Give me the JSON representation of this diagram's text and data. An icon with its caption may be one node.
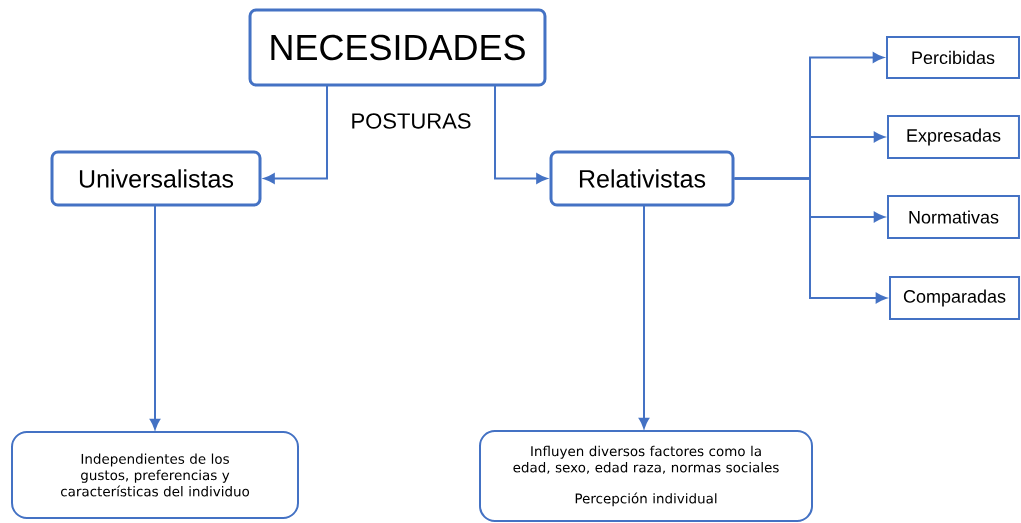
{
  "diagram": {
    "nodes": [
      {
        "text": [
          "NECESIDADES"
        ]
      },
      {
        "text": [
          "Universalistas"
        ]
      },
      {
        "text": [
          "Relativistas"
        ]
      },
      {
        "text": [
          "Percibidas"
        ]
      },
      {
        "text": [
          "Expresadas"
        ]
      },
      {
        "text": [
          "Normativas"
        ]
      },
      {
        "text": [
          "Comparadas"
        ]
      },
      {
        "text": [
          "Independientes de los gustos, preferencias y características del individuo"
        ]
      },
      {
        "text": [
          "Influyen diversos factores como la edad, sexo, edad raza, normas sociales",
          "Percepción individual"
        ]
      }
    ],
    "edges": [
      {
        "from": 0,
        "to": 1,
        "arrow": "to"
      },
      {
        "from": 0,
        "to": 2,
        "arrow": "to"
      },
      {
        "from": 1,
        "to": 7,
        "arrow": "to"
      },
      {
        "from": 2,
        "to": 8,
        "arrow": "to"
      },
      {
        "from": 2,
        "to": 3,
        "arrow": "to"
      },
      {
        "from": 2,
        "to": 4,
        "arrow": "to"
      },
      {
        "from": 2,
        "to": 5,
        "arrow": "to"
      },
      {
        "from": 2,
        "to": 6,
        "arrow": "to"
      }
    ],
    "labels": [
      "POSTURAS"
    ]
  }
}
